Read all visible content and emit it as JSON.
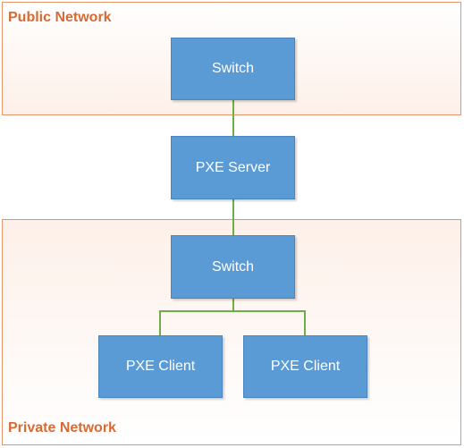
{
  "zones": {
    "public": {
      "label": "Public Network"
    },
    "private": {
      "label": "Private Network"
    }
  },
  "nodes": {
    "public_switch": {
      "label": "Switch"
    },
    "pxe_server": {
      "label": "PXE Server"
    },
    "private_switch": {
      "label": "Switch"
    },
    "pxe_client_1": {
      "label": "PXE Client"
    },
    "pxe_client_2": {
      "label": "PXE Client"
    }
  },
  "colors": {
    "node_fill": "#5b9bd5",
    "zone_border": "#e8946a",
    "zone_label": "#d86a33",
    "connector": "#70ad47"
  }
}
